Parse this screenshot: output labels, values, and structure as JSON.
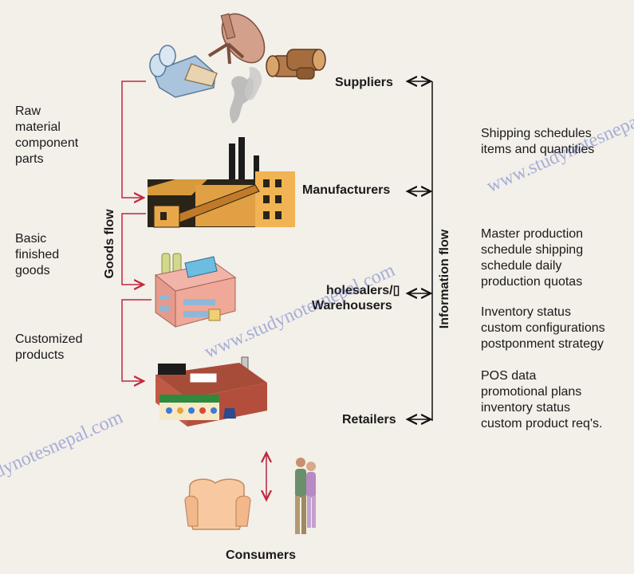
{
  "stages": {
    "suppliers": "Suppliers",
    "manufacturers": "Manufacturers",
    "wholesalers_line1": "holesalers/▯",
    "wholesalers_line2": "Warehousers",
    "retailers": "Retailers",
    "consumers": "Consumers"
  },
  "left_labels": {
    "raw": "Raw\nmaterial\ncomponent\nparts",
    "basic": "Basic\nfinished\ngoods",
    "customized": "Customized\nproducts"
  },
  "right_labels": {
    "shipping": "Shipping schedules\nitems and quantities",
    "master": "Master production\nschedule shipping\nschedule daily\nproduction quotas",
    "inventory": "Inventory status\ncustom configurations\npostponment strategy",
    "pos": "POS data\npromotional plans\ninventory status\ncustom product req's."
  },
  "axis": {
    "goods_flow": "Goods flow",
    "information_flow": "Information flow"
  },
  "watermark": {
    "text_1": "www.studynotesnepal.com",
    "text_2": "www.studynotesnepal.com",
    "text_3": "dynotesnepal.com"
  },
  "colors": {
    "goods_flow_line": "#c0283c",
    "info_flow_line": "#111111",
    "consumer_arrow": "#b0283c",
    "background": "#f3efe9"
  }
}
